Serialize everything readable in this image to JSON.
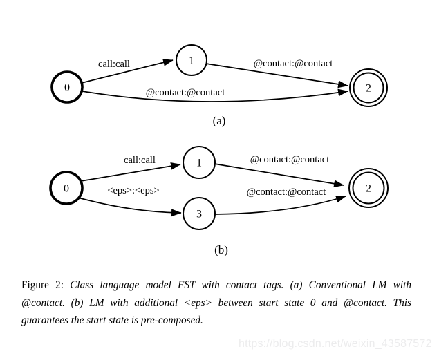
{
  "figure": {
    "number": "Figure 2:",
    "caption_body": "Class language model FST with contact tags. (a) Conventional LM with @contact. (b) LM with additional <eps> between start state 0 and @contact. This guarantees the start state is pre-composed."
  },
  "watermark": {
    "text": "https://blog.csdn.net/weixin_43587572",
    "color": "#ececed"
  },
  "colors": {
    "ink": "#000000",
    "paper": "#ffffff"
  },
  "diagrams": [
    {
      "id": "a",
      "sublabel": "(a)",
      "states": [
        {
          "name": "0",
          "role": "start",
          "type": "initial"
        },
        {
          "name": "1",
          "role": "intermediate",
          "type": "normal"
        },
        {
          "name": "2",
          "role": "final",
          "type": "final"
        }
      ],
      "transitions": [
        {
          "from": "0",
          "to": "1",
          "label": "call:call"
        },
        {
          "from": "1",
          "to": "2",
          "label": "@contact:@contact"
        },
        {
          "from": "0",
          "to": "2",
          "label": "@contact:@contact"
        }
      ]
    },
    {
      "id": "b",
      "sublabel": "(b)",
      "states": [
        {
          "name": "0",
          "role": "start",
          "type": "initial"
        },
        {
          "name": "1",
          "role": "intermediate",
          "type": "normal"
        },
        {
          "name": "3",
          "role": "intermediate",
          "type": "normal"
        },
        {
          "name": "2",
          "role": "final",
          "type": "final"
        }
      ],
      "transitions": [
        {
          "from": "0",
          "to": "1",
          "label": "call:call"
        },
        {
          "from": "0",
          "to": "3",
          "label": "<eps>:<eps>"
        },
        {
          "from": "1",
          "to": "2",
          "label": "@contact:@contact"
        },
        {
          "from": "3",
          "to": "2",
          "label": "@contact:@contact"
        }
      ]
    }
  ]
}
